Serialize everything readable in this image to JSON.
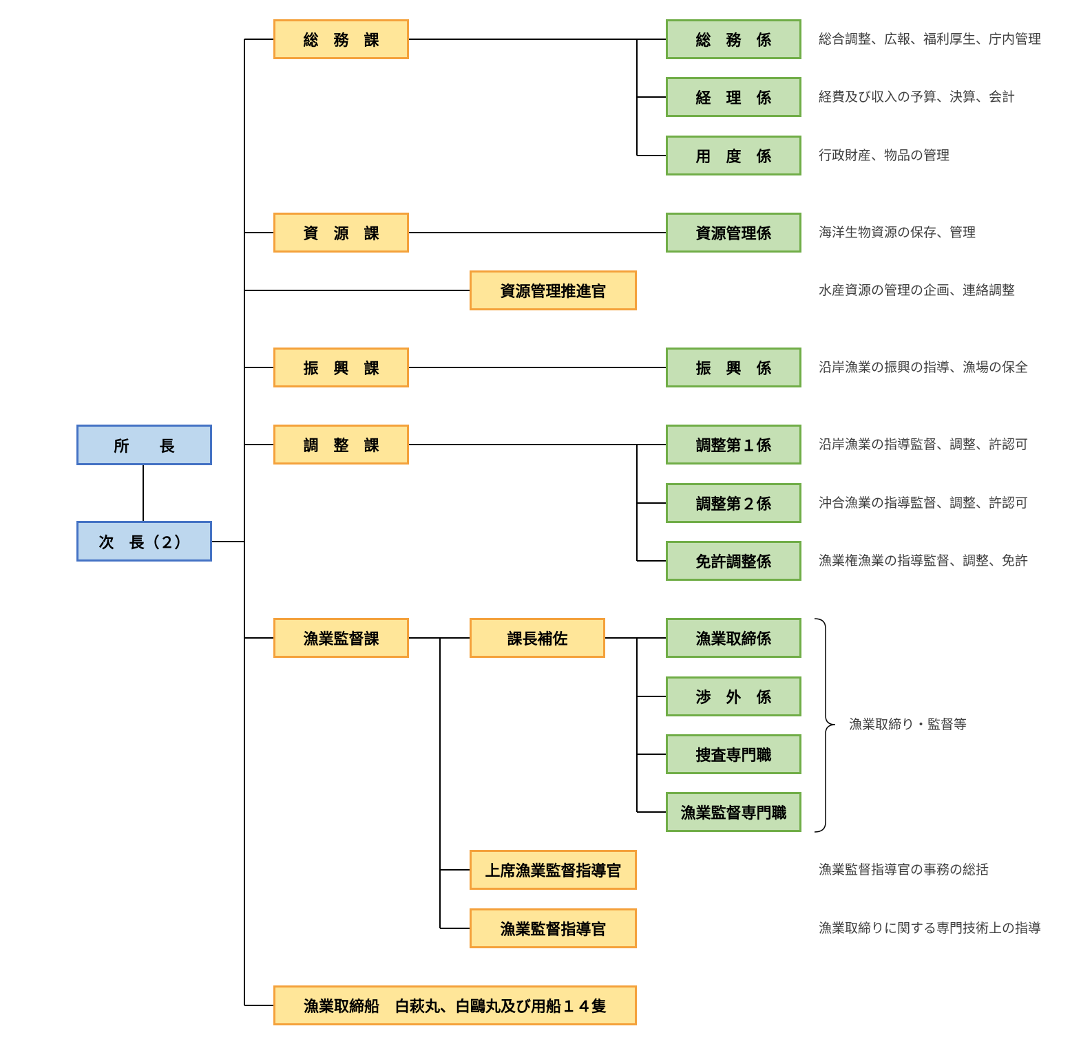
{
  "colors": {
    "blue_fill": "#bdd7ee",
    "blue_border": "#4472c4",
    "orange_fill": "#ffe699",
    "orange_border": "#f4a13b",
    "green_fill": "#c5e0b4",
    "green_border": "#70ad47",
    "line": "#000000",
    "desc_text": "#404040"
  },
  "chief": "所　　長",
  "deputy": "次　長（２）",
  "sections": {
    "general_affairs": {
      "label": "総　務　課",
      "units": [
        {
          "label": "総　務　係",
          "desc": "総合調整、広報、福利厚生、庁内管理"
        },
        {
          "label": "経　理　係",
          "desc": "経費及び収入の予算、決算、会計"
        },
        {
          "label": "用　度　係",
          "desc": "行政財産、物品の管理"
        }
      ]
    },
    "resources": {
      "label": "資　源　課",
      "units": [
        {
          "label": "資源管理係",
          "desc": "海洋生物資源の保存、管理"
        }
      ]
    },
    "resource_officer": {
      "label": "資源管理推進官",
      "desc": "水産資源の管理の企画、連絡調整"
    },
    "promotion": {
      "label": "振　興　課",
      "units": [
        {
          "label": "振　興　係",
          "desc": "沿岸漁業の振興の指導、漁場の保全"
        }
      ]
    },
    "coordination": {
      "label": "調　整　課",
      "units": [
        {
          "label": "調整第１係",
          "desc": "沿岸漁業の指導監督、調整、許認可"
        },
        {
          "label": "調整第２係",
          "desc": "沖合漁業の指導監督、調整、許認可"
        },
        {
          "label": "免許調整係",
          "desc": "漁業権漁業の指導監督、調整、免許"
        }
      ]
    },
    "supervision": {
      "label": "漁業監督課",
      "assistant": "課長補佐",
      "units": [
        {
          "label": "漁業取締係"
        },
        {
          "label": "渉　外　係"
        },
        {
          "label": "捜査専門職"
        },
        {
          "label": "漁業監督専門職"
        }
      ],
      "group_desc": "漁業取締り・監督等",
      "senior_officer": {
        "label": "上席漁業監督指導官",
        "desc": "漁業監督指導官の事務の総括"
      },
      "officer": {
        "label": "漁業監督指導官",
        "desc": "漁業取締りに関する専門技術上の指導"
      }
    },
    "vessels": {
      "label": "漁業取締船　白萩丸、白鷗丸及び用船１４隻"
    }
  }
}
